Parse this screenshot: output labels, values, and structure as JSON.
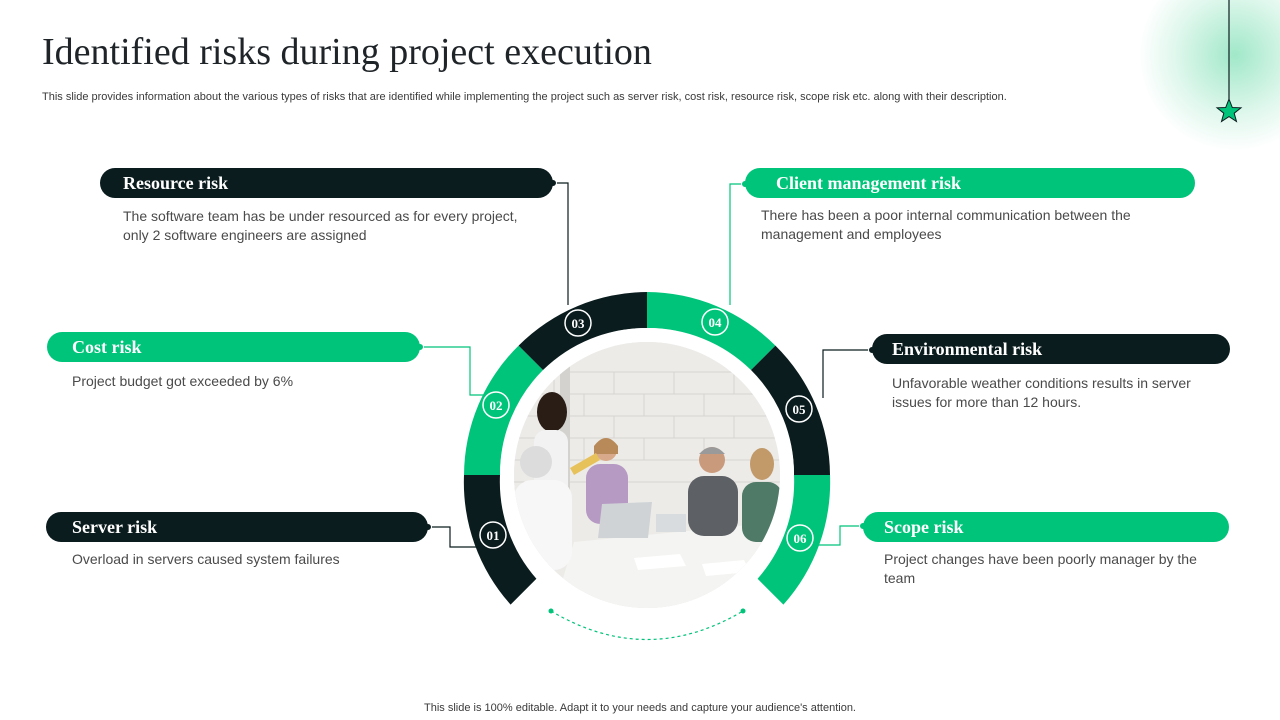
{
  "slide": {
    "title": "Identified risks during project execution",
    "subtitle": "This slide provides information about the various types of risks that are identified while implementing the project such as server risk, cost risk, resource risk, scope risk etc. along with their description.",
    "footer": "This slide is 100% editable. Adapt it to your needs and capture your audience's attention."
  },
  "colors": {
    "dark": "#0b1c1e",
    "green": "#00c47a"
  },
  "risks": [
    {
      "number": "01",
      "title": "Server risk",
      "description": "Overload in servers caused system failures"
    },
    {
      "number": "02",
      "title": "Cost risk",
      "description": "Project budget got exceeded by 6%"
    },
    {
      "number": "03",
      "title": "Resource risk",
      "description": "The software team has be under resourced as for every project, only 2 software engineers are assigned"
    },
    {
      "number": "04",
      "title": "Client management risk",
      "description": "There has been a poor internal communication between the management and employees"
    },
    {
      "number": "05",
      "title": "Environmental risk",
      "description": "Unfavorable weather conditions results in server issues for more than 12 hours."
    },
    {
      "number": "06",
      "title": "Scope risk",
      "description": "Project changes have been poorly manager by the team"
    }
  ]
}
